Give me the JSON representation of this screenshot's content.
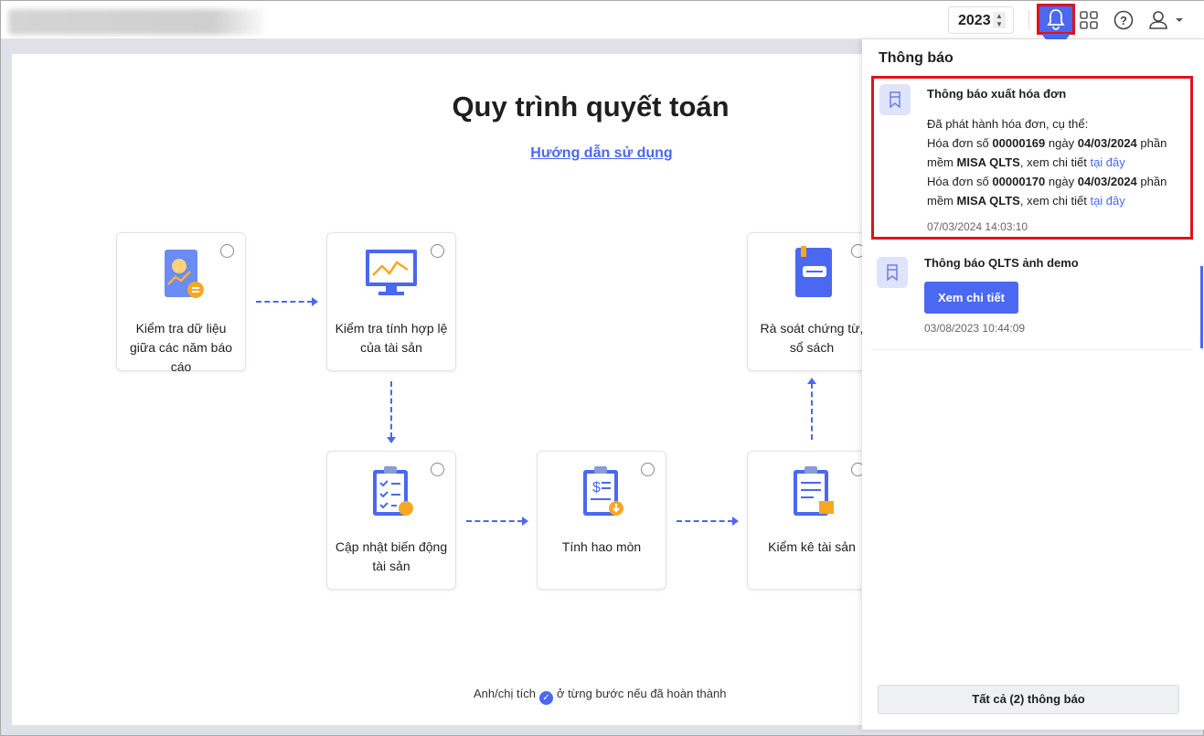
{
  "header": {
    "year": "2023"
  },
  "main": {
    "title": "Quy trình quyết toán",
    "guide_link": "Hướng dẫn sử dụng",
    "steps": [
      {
        "label": "Kiểm tra dữ liệu giữa các năm báo cáo"
      },
      {
        "label": "Kiểm tra tính hợp lệ của tài sản"
      },
      {
        "label": "Rà soát chứng từ, sổ sách"
      },
      {
        "label": "Cập nhật biến động tài sản"
      },
      {
        "label": "Tính hao mòn"
      },
      {
        "label": "Kiểm kê tài sản"
      }
    ],
    "hint_before": "Anh/chị tích",
    "hint_after": "ở từng bước nếu đã hoàn thành"
  },
  "notifications": {
    "title": "Thông báo",
    "items": [
      {
        "title": "Thông báo xuất hóa đơn",
        "intro": "Đã phát hành hóa đơn, cụ thể:",
        "invoices": [
          {
            "prefix": "Hóa đơn số",
            "number": "00000169",
            "date_word": "ngày",
            "date": "04/03/2024",
            "mid": "phần mềm",
            "software": "MISA QLTS",
            "see": ", xem chi tiết",
            "link": "tại đây"
          },
          {
            "prefix": "Hóa đơn số",
            "number": "00000170",
            "date_word": "ngày",
            "date": "04/03/2024",
            "mid": "phần mềm",
            "software": "MISA QLTS",
            "see": ", xem chi tiết",
            "link": "tại đây"
          }
        ],
        "time": "07/03/2024 14:03:10"
      },
      {
        "title": "Thông báo QLTS ảnh demo",
        "button": "Xem chi tiết",
        "time": "03/08/2023 10:44:09"
      }
    ],
    "all_button": "Tất cả (2) thông báo"
  },
  "colors": {
    "accent": "#4a68f0",
    "highlight": "#e0121b"
  }
}
